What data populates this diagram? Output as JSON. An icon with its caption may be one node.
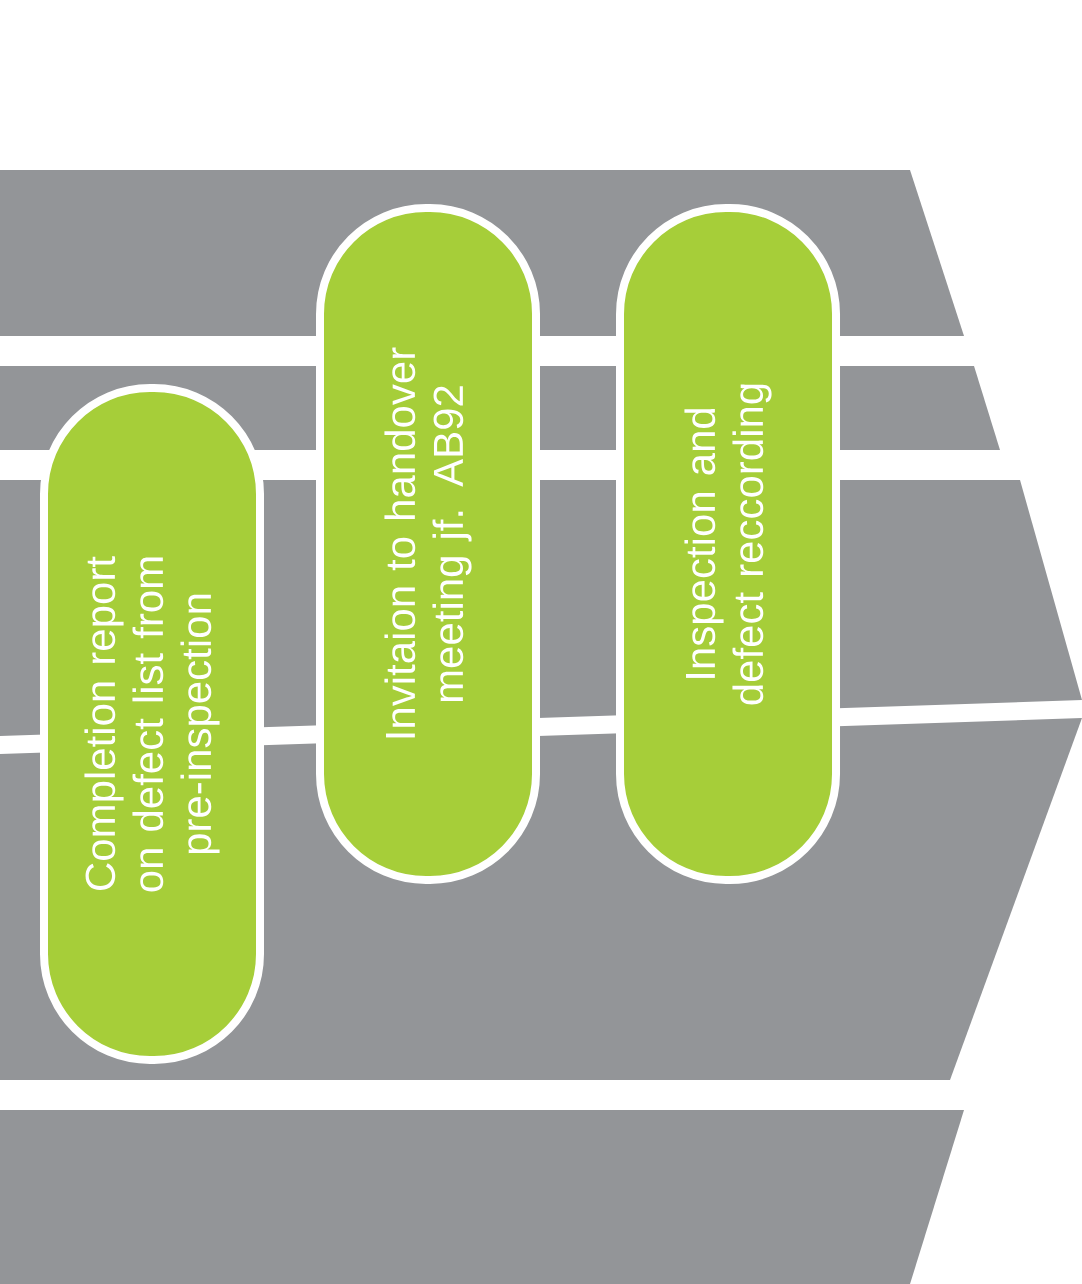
{
  "diagram": {
    "nodes": [
      {
        "text": [],
        "shape": "band"
      },
      {
        "text": [],
        "shape": "band"
      },
      {
        "text": [],
        "shape": "band"
      },
      {
        "text": [],
        "shape": "band"
      },
      {
        "text": [],
        "shape": "band"
      },
      {
        "text": [
          "Completion report on defect list from pre-inspection"
        ]
      },
      {
        "text": [
          "Invitaion to handover meeting jf. AB92"
        ]
      },
      {
        "text": [
          "Inspection and defect reccording"
        ]
      }
    ]
  }
}
